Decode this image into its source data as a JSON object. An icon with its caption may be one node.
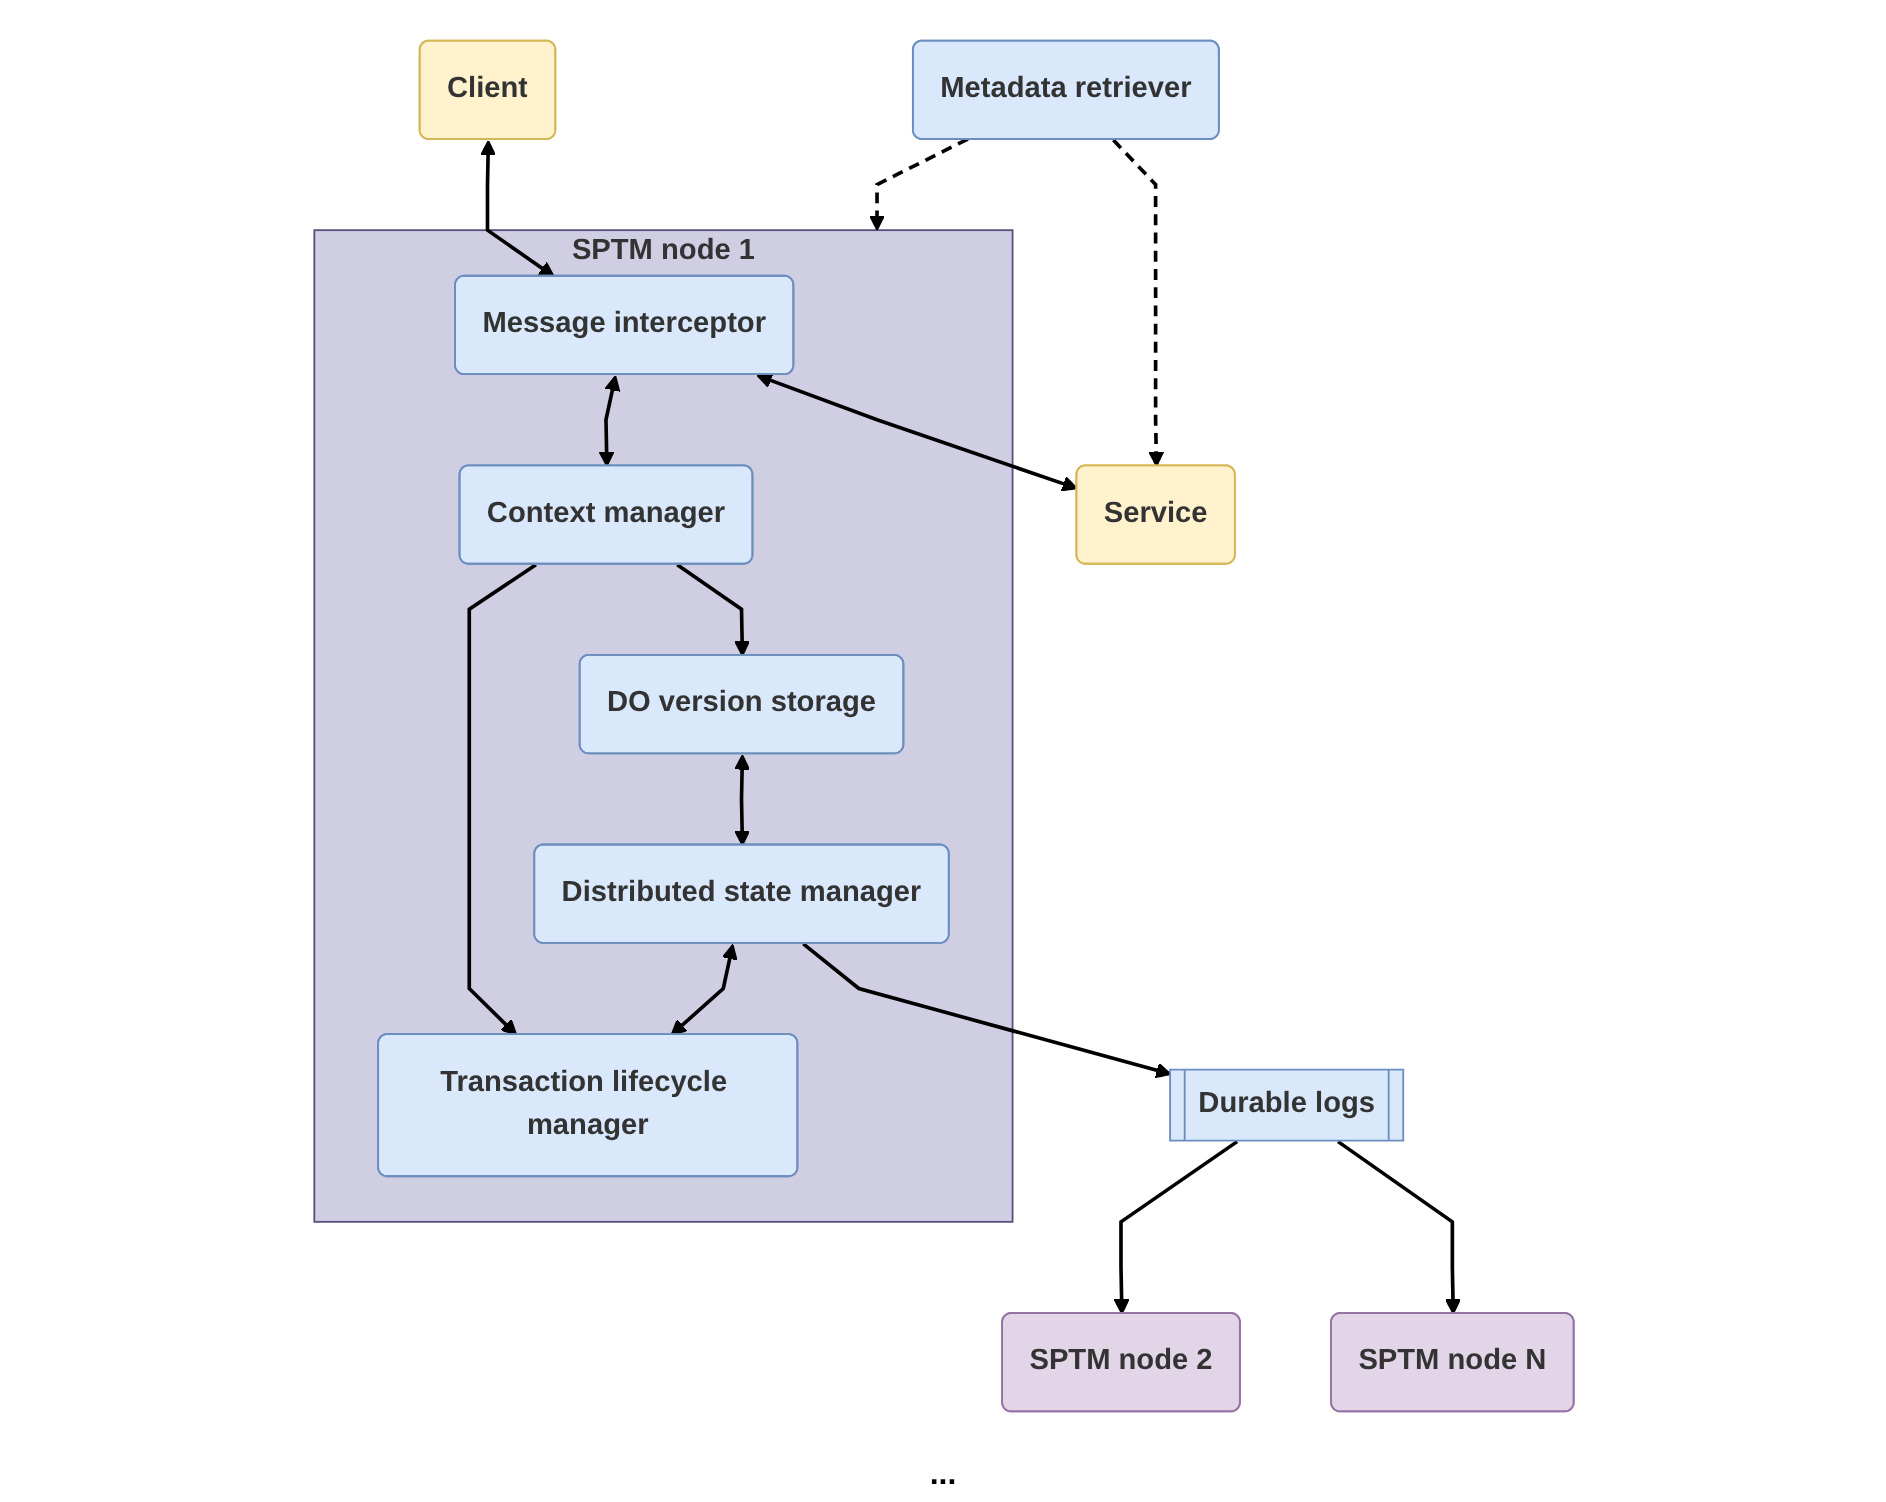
{
  "diagram": {
    "nodes": [
      {
        "text": [
          "SPTM node 1"
        ]
      },
      {
        "text": [
          "Metadata retriever"
        ]
      },
      {
        "text": [
          "Client"
        ]
      },
      {
        "text": [
          "Message interceptor"
        ],
        "in": 0
      },
      {
        "text": [
          "Service"
        ]
      },
      {
        "text": [
          "Context manager"
        ],
        "in": 0
      },
      {
        "text": [
          "DO version storage"
        ],
        "in": 0
      },
      {
        "text": [
          "Transaction lifecycle manager"
        ],
        "in": 0
      },
      {
        "text": [
          "Durable logs"
        ]
      },
      {
        "text": [
          "Distributed state manager"
        ],
        "in": 0
      },
      {
        "text": [
          "SPTM node 2"
        ]
      },
      {
        "text": [
          "SPTM node N"
        ]
      }
    ],
    "edges": [
      {
        "from": 1,
        "to": 0,
        "arrow": "to",
        "style": "dashed"
      },
      {
        "from": 1,
        "to": 4,
        "arrow": "to",
        "style": "dashed"
      },
      {
        "from": 2,
        "to": 3,
        "arrow": "both"
      },
      {
        "from": 3,
        "to": 4,
        "arrow": "both"
      },
      {
        "from": 3,
        "to": 5,
        "arrow": "both"
      },
      {
        "from": 5,
        "to": 6,
        "arrow": "to"
      },
      {
        "from": 5,
        "to": 7,
        "arrow": "to"
      },
      {
        "from": 6,
        "to": 9,
        "arrow": "both"
      },
      {
        "from": 9,
        "to": 8,
        "arrow": "to"
      },
      {
        "from": 9,
        "to": 7,
        "arrow": "both"
      },
      {
        "from": 8,
        "to": 10,
        "arrow": "to"
      },
      {
        "from": 8,
        "to": 11,
        "arrow": "to"
      }
    ],
    "labels": [
      "..."
    ]
  }
}
